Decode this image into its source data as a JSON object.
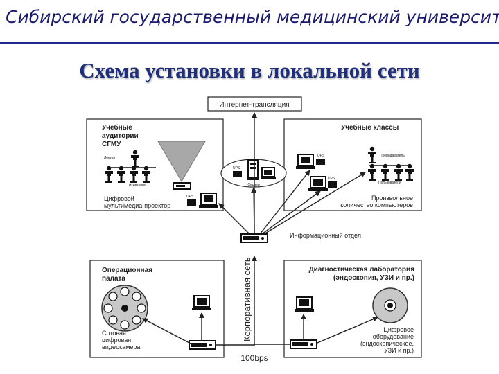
{
  "header": {
    "title": "Сибирский государственный медицинский университет"
  },
  "slide": {
    "title": "Схема установки в локальной сети"
  },
  "diagram": {
    "internet": "Интернет-трансляция",
    "lecture": {
      "title_1": "Учебные",
      "title_2": "аудитории",
      "title_3": "СГМУ",
      "lector": "Лектор",
      "audience": "Аудитория",
      "projector_1": "Цифровой",
      "projector_2": "мультимедиа-проектор",
      "ups": "UPS"
    },
    "classes": {
      "title": "Учебные классы",
      "teacher": "Преподаватель",
      "students": "Пользователи",
      "server": "Сервер",
      "ups_1": "UPS",
      "ups_2": "UPS",
      "ups_3": "UPS",
      "note_1": "Произвольное",
      "note_2": "количество компьютеров"
    },
    "info_dept": "Информационный отдел",
    "corp_net": "Корпоративная сеть",
    "speed": "100bps",
    "surgery": {
      "title_1": "Операционная",
      "title_2": "палата",
      "camera_1": "Сотовая",
      "camera_2": "цифровая",
      "camera_3": "видеокамера"
    },
    "diagnostic": {
      "title_1": "Диагностическая лаборатория",
      "title_2": "(эндоскопия, УЗИ и пр.)",
      "equip_1": "Цифровое",
      "equip_2": "оборудование",
      "equip_3": "(эндоскопическое,",
      "equip_4": "УЗИ и пр.)"
    }
  }
}
